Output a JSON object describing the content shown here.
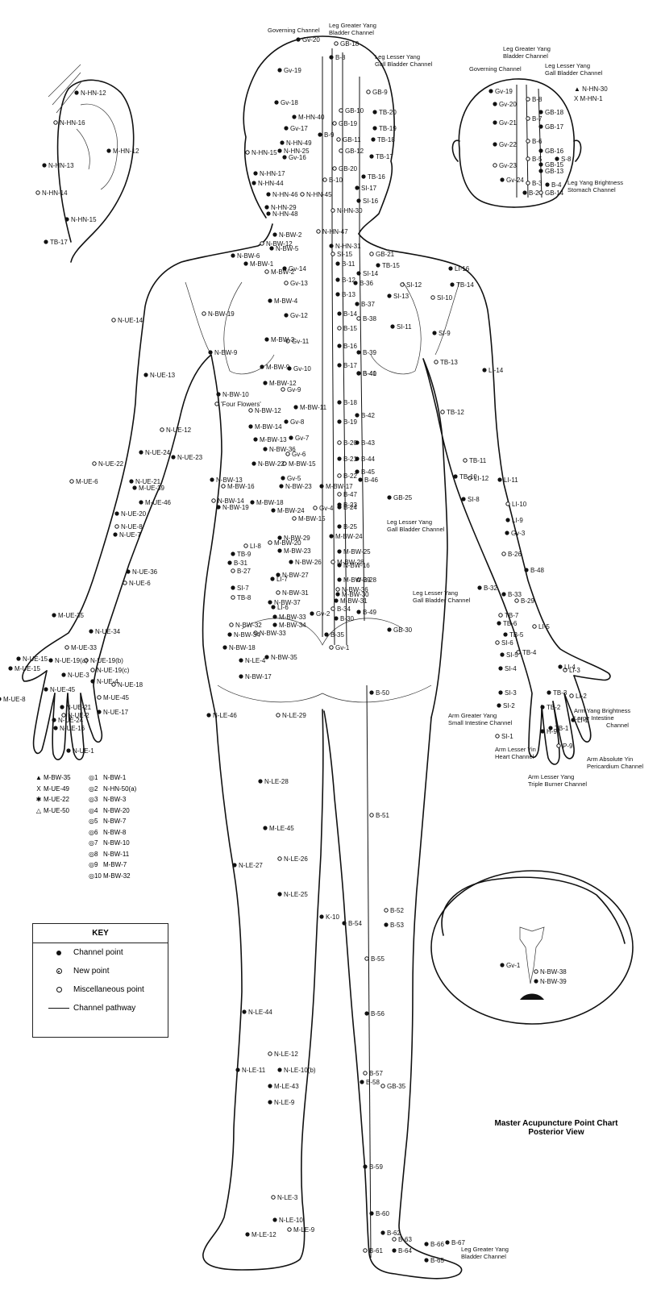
{
  "caption": {
    "line1": "Master Acupuncture Point Chart",
    "line2": "Posterior View"
  },
  "key": {
    "title": "KEY",
    "rows": [
      {
        "symbol": "filled-dot",
        "label": "Channel point"
      },
      {
        "symbol": "dotted-circle",
        "label": "New point"
      },
      {
        "symbol": "open-circle",
        "label": "Miscellaneous point"
      },
      {
        "symbol": "solid-line",
        "label": "Channel pathway"
      }
    ]
  },
  "head_inset": {
    "legend": [
      {
        "symbol": "▲",
        "label": "N-HN-30"
      },
      {
        "symbol": "X",
        "label": "M-HN-1"
      }
    ]
  },
  "symbol_legend": {
    "left": [
      {
        "symbol": "▲",
        "label": "M-BW-35"
      },
      {
        "symbol": "X",
        "label": "M-UE-49"
      },
      {
        "symbol": "✱",
        "label": "M-UE-22"
      },
      {
        "symbol": "△",
        "label": "M-UE-50"
      }
    ],
    "right": [
      {
        "num": "1",
        "label": "N-BW-1"
      },
      {
        "num": "2",
        "label": "N-HN-50(a)"
      },
      {
        "num": "3",
        "label": "N-BW-3"
      },
      {
        "num": "4",
        "label": "N-BW-20"
      },
      {
        "num": "5",
        "label": "N-BW-7"
      },
      {
        "num": "6",
        "label": "N-BW-8"
      },
      {
        "num": "7",
        "label": "N-BW-10"
      },
      {
        "num": "8",
        "label": "N-BW-11"
      },
      {
        "num": "9",
        "label": "M-BW-7"
      },
      {
        "num": "10",
        "label": "M-BW-32"
      }
    ]
  },
  "channels": {
    "governing_top": "Governing Channel",
    "bladder_top": "Leg Greater Yang Bladder Channel",
    "gall_top": "Leg Lesser Yang Gall Bladder Channel",
    "inset_governing": "Governing Channel",
    "inset_bladder": "Leg Greater Yang Bladder Channel",
    "inset_gall": "Leg Lesser Yang Gall Bladder Channel",
    "inset_stomach": "Leg Yang Brightness Stomach Channel",
    "gall_mid": "Leg Lesser Yang Gall Bladder Channel",
    "gall_low": "Leg Lesser Yang Gall Bladder Channel",
    "small_intestine": "Arm Greater Yang Small Intestine Channel",
    "heart": "Arm Lesser Yin Heart Channel",
    "triple_burner": "Arm Lesser Yang Triple Burner Channel",
    "large_intestine": "Arm Yang Brightness Large Intestine Channel",
    "pericardium": "Arm Absolute Yin Pericardium Channel",
    "bladder_foot": "Leg Greater Yang Bladder Channel"
  },
  "point_labels": {
    "head": [
      "Gv-20",
      "GB-18",
      "B-8",
      "Gv-19",
      "GB-9",
      "Gv-18",
      "M-HN-40",
      "GB-10",
      "TB-20",
      "Gv-17",
      "GB-19",
      "TB-19",
      "B-9",
      "GB-11",
      "TB-18",
      "N-HN-49",
      "GB-12",
      "N-HN-25",
      "TB-17",
      "N-HN-15",
      "Gv-16",
      "N-HN-17",
      "GB-20",
      "TB-16",
      "N-HN-44",
      "B-10",
      "SI-17",
      "N-HN-46",
      "N-HN-45",
      "SI-16",
      "N-HN-29",
      "N-HN-30",
      "N-HN-48"
    ],
    "ear": [
      "N-HN-12",
      "N-HN-16",
      "M-HN-12",
      "N-HN-13",
      "N-HN-14",
      "N-HN-15",
      "TB-17"
    ],
    "inset": [
      "Gv-19",
      "B-8",
      "GB-18",
      "Gv-20",
      "B-7",
      "GB-17",
      "Gv-21",
      "B-6",
      "GB-16",
      "Gv-22",
      "B-5",
      "GB-15",
      "S-8",
      "Gv-23",
      "GB-13",
      "Gv-24",
      "B-3",
      "B-4",
      "B-2",
      "GB-14"
    ],
    "back": [
      "N-BW-2",
      "N-HN-47",
      "N-BW-5",
      "N-HN-31",
      "GB-21",
      "N-BW-6",
      "M-BW-1",
      "SI-15",
      "TB-15",
      "LI-16",
      "N-BW-12",
      "Gv-14",
      "B-11",
      "M-BW-2",
      "SI-14",
      "TB-14",
      "Gv-13",
      "B-12",
      "B-36",
      "SI-12",
      "B-13",
      "SI-13",
      "SI-10",
      "M-BW-4",
      "B-37",
      "N-BW-19",
      "Gv-12",
      "B-14",
      "B-38",
      "SI-11",
      "M-BW-3",
      "B-15",
      "SI-9",
      "N-BW-9",
      "Gv-11",
      "B-16",
      "B-39",
      "N-UE-14",
      "M-BW-9",
      "Gv-10",
      "B-40",
      "N-UE-13",
      "M-BW-12",
      "Gv-9",
      "B-17",
      "B-41",
      "TB-13",
      "LI-14",
      "N-BW-10",
      "'Four Flowers'",
      "M-BW-11",
      "B-18",
      "N-BW-12",
      "Gv-8",
      "B-42",
      "TB-12",
      "M-BW-14",
      "B-19",
      "N-UE-12",
      "M-BW-13",
      "Gv-7",
      "B-20",
      "B-43",
      "N-BW-36",
      "Gv-6",
      "B-21",
      "B-44",
      "TB-11",
      "N-UE-23",
      "N-BW-22",
      "M-BW-15",
      "B-45",
      "TB-10",
      "LI-12",
      "N-BW-13",
      "Gv-5",
      "B-22",
      "B-46",
      "LI-11",
      "M-BW-16",
      "N-BW-23",
      "M-BW-17",
      "B-47",
      "SI-8",
      "GB-25",
      "N-BW-14",
      "M-BW-18",
      "B-23",
      "LI-10",
      "N-BW-19",
      "M-BW-24",
      "Gv-4",
      "B-24",
      "LI-9",
      "M-BW-15",
      "B-25",
      "N-BW-29",
      "M-BW-20",
      "M-BW-24",
      "Gv-3",
      "LI-8",
      "M-BW-23",
      "M-BW-25",
      "B-26",
      "TB-9",
      "N-BW-26",
      "M-BW-28",
      "B-31",
      "N-BW-16",
      "B-27",
      "N-BW-27",
      "M-BW-29",
      "B-28",
      "B-48",
      "LI-7",
      "N-BW-36",
      "B-32",
      "SI-7",
      "N-BW-31",
      "M-BW-30",
      "B-33",
      "TB-8",
      "N-BW-37",
      "M-BW-31",
      "B-29",
      "LI-6",
      "M-BW-33",
      "B-34",
      "Gv-2",
      "B-49",
      "N-BW-32",
      "M-BW-34",
      "B-30",
      "TB-7",
      "TB-6",
      "N-BW-34",
      "N-BW-33",
      "B-35",
      "GB-30",
      "LI-5",
      "N-BW-18",
      "TB-5",
      "Gv-1",
      "N-LE-4",
      "N-BW-35",
      "SI-6",
      "N-BW-17",
      "SI-5",
      "TB-4",
      "LI-4"
    ],
    "arm_left": [
      "N-UE-24",
      "N-UE-22",
      "N-UE-21",
      "M-UE-39",
      "M-UE-6",
      "M-UE-46",
      "N-UE-20",
      "N-UE-8",
      "N-UE-7",
      "N-UE-36",
      "N-UE-6",
      "M-UE-35",
      "N-UE-34",
      "M-UE-33",
      "N-UE-15",
      "N-UE-19(a)",
      "N-UE-19(b)",
      "M-UE-15",
      "N-UE-3",
      "N-UE-19(c)",
      "N-UE-45",
      "N-UE-4",
      "N-UE-18",
      "M-UE-8",
      "N-UE-21",
      "M-UE-45",
      "N-UE-24",
      "N-UE-17",
      "N-UE-2",
      "N-UE-16",
      "N-UE-1"
    ],
    "arm_right": [
      "SI-4",
      "LI-3",
      "SI-3",
      "TB-3",
      "LI-2",
      "SI-2",
      "TB-2",
      "SI-1",
      "TB-1",
      "H-9",
      "P-9",
      "LI-1"
    ],
    "legs": [
      "N-LE-46",
      "N-LE-29",
      "B-50",
      "N-LE-28",
      "B-51",
      "M-LE-45",
      "N-LE-27",
      "N-LE-26",
      "N-LE-25",
      "K-10",
      "B-52",
      "B-54",
      "B-53",
      "B-55",
      "N-LE-44",
      "B-56",
      "N-LE-12",
      "N-LE-11",
      "N-LE-10(b)",
      "B-57",
      "M-LE-43",
      "B-58",
      "GB-35",
      "N-LE-9",
      "B-59",
      "N-LE-3",
      "B-60",
      "N-LE-10",
      "M-LE-9",
      "B-62",
      "M-LE-12",
      "B-63",
      "B-66",
      "B-67",
      "B-61",
      "B-64",
      "B-65"
    ],
    "sacrum": [
      "Gv-1",
      "N-BW-38",
      "N-BW-39"
    ]
  }
}
